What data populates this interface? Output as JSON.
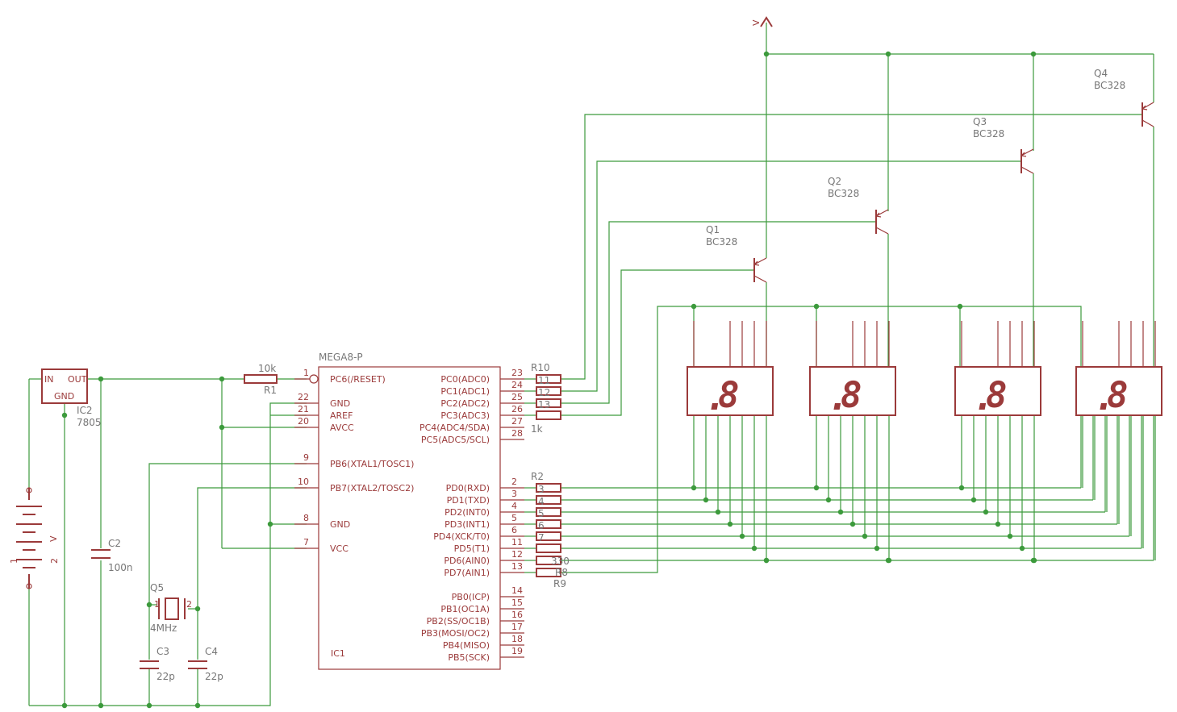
{
  "title": "",
  "colors": {
    "wire": "#3c9a3c",
    "part": "#9b3a3a",
    "value_text": "#777777",
    "background": "#ffffff"
  },
  "supply_label": "V",
  "regulator": {
    "name": "IC2",
    "value": "7805",
    "pin_in": "IN",
    "pin_out": "OUT",
    "pin_gnd": "GND"
  },
  "battery": {
    "pin1": "1",
    "pin2": "2",
    "side_label": "V"
  },
  "reset_resistor": {
    "name": "R1",
    "value": "10k"
  },
  "capacitors": [
    {
      "name": "C2",
      "value": "100n"
    },
    {
      "name": "C3",
      "value": "22p"
    },
    {
      "name": "C4",
      "value": "22p"
    }
  ],
  "crystal": {
    "name": "Q5",
    "value": "4MHz",
    "pin1": "1",
    "pin2": "2"
  },
  "mcu": {
    "part": "MEGA8-P",
    "name": "IC1",
    "left_pins": [
      {
        "num": "1",
        "name": "PC6(/RESET)"
      },
      {
        "num": "22",
        "name": "GND"
      },
      {
        "num": "21",
        "name": "AREF"
      },
      {
        "num": "20",
        "name": "AVCC"
      },
      {
        "num": "9",
        "name": "PB6(XTAL1/TOSC1)"
      },
      {
        "num": "10",
        "name": "PB7(XTAL2/TOSC2)"
      },
      {
        "num": "8",
        "name": "GND"
      },
      {
        "num": "7",
        "name": "VCC"
      }
    ],
    "right_pins_c": [
      {
        "num": "23",
        "name": "PC0(ADC0)"
      },
      {
        "num": "24",
        "name": "PC1(ADC1)"
      },
      {
        "num": "25",
        "name": "PC2(ADC2)"
      },
      {
        "num": "26",
        "name": "PC3(ADC3)"
      },
      {
        "num": "27",
        "name": "PC4(ADC4/SDA)"
      },
      {
        "num": "28",
        "name": "PC5(ADC5/SCL)"
      }
    ],
    "right_pins_d": [
      {
        "num": "2",
        "name": "PD0(RXD)"
      },
      {
        "num": "3",
        "name": "PD1(TXD)"
      },
      {
        "num": "4",
        "name": "PD2(INT0)"
      },
      {
        "num": "5",
        "name": "PD3(INT1)"
      },
      {
        "num": "6",
        "name": "PD4(XCK/T0)"
      },
      {
        "num": "11",
        "name": "PD5(T1)"
      },
      {
        "num": "12",
        "name": "PD6(AIN0)"
      },
      {
        "num": "13",
        "name": "PD7(AIN1)"
      }
    ],
    "right_pins_b": [
      {
        "num": "14",
        "name": "PB0(ICP)"
      },
      {
        "num": "15",
        "name": "PB1(OC1A)"
      },
      {
        "num": "16",
        "name": "PB2(SS/OC1B)"
      },
      {
        "num": "17",
        "name": "PB3(MOSI/OC2)"
      },
      {
        "num": "18",
        "name": "PB4(MISO)"
      },
      {
        "num": "19",
        "name": "PB5(SCK)"
      }
    ]
  },
  "base_resistors": {
    "labels": [
      "R10",
      "11",
      "12",
      "13"
    ],
    "value": "1k"
  },
  "segment_resistors": {
    "labels": [
      "R2",
      "3",
      "4",
      "5",
      "6",
      "7",
      "330",
      "R8",
      "R9"
    ]
  },
  "transistors": [
    {
      "name": "Q1",
      "value": "BC328"
    },
    {
      "name": "Q2",
      "value": "BC328"
    },
    {
      "name": "Q3",
      "value": "BC328"
    },
    {
      "name": "Q4",
      "value": "BC328"
    }
  ],
  "displays": [
    {
      "digit": "8",
      "dot": "."
    },
    {
      "digit": "8",
      "dot": "."
    },
    {
      "digit": "8",
      "dot": "."
    },
    {
      "digit": "8",
      "dot": "."
    }
  ]
}
